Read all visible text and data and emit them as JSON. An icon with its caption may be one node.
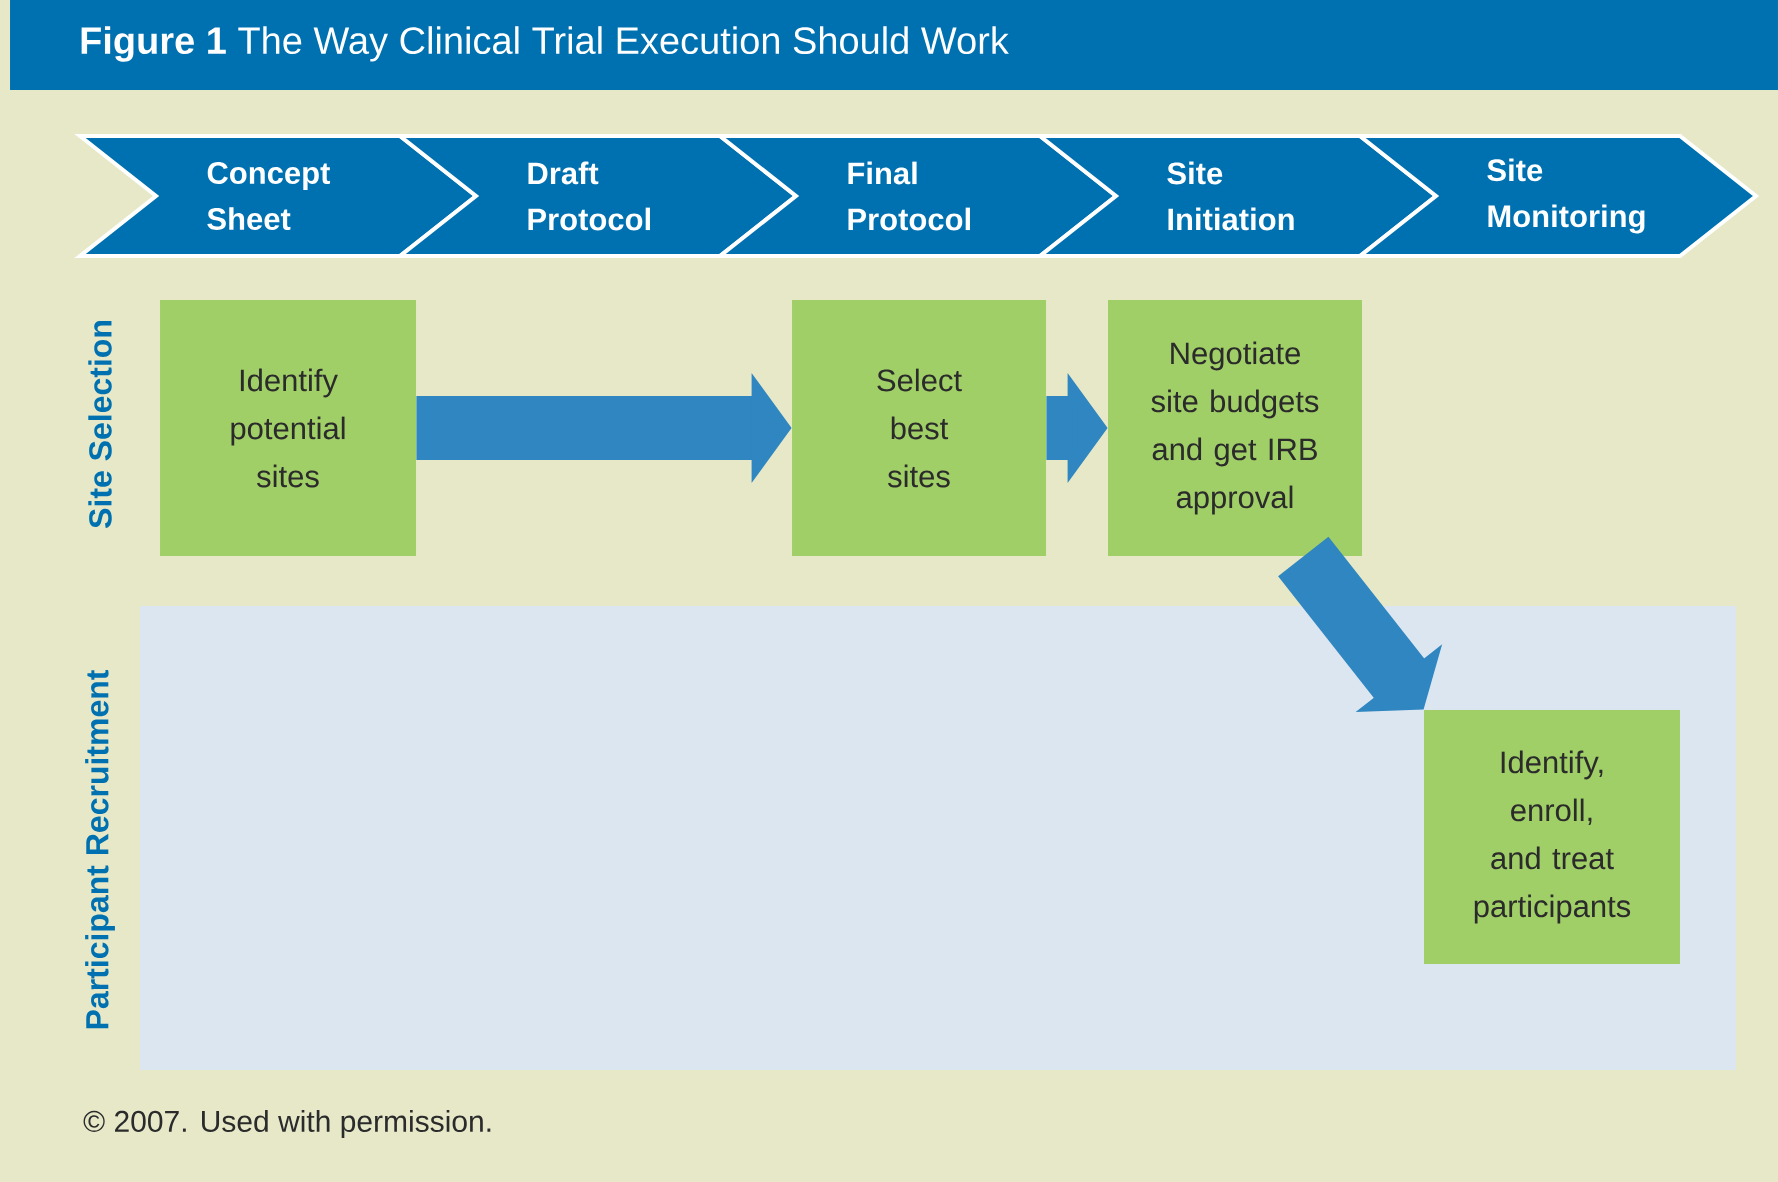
{
  "diagram": {
    "title": "**Figure 1** The Way Clinical Trial Execution Should Work",
    "caption": "© 2007. Used with permission.",
    "nodes": [
      {
        "text": [
          "Concept Sheet"
        ]
      },
      {
        "text": [
          "Draft Protocol"
        ]
      },
      {
        "text": [
          "Final Protocol"
        ]
      },
      {
        "text": [
          "Site Initiation"
        ]
      },
      {
        "text": [
          "Site Monitoring"
        ]
      },
      {
        "text": [
          "Identify potential sites"
        ]
      },
      {
        "text": [
          "Select best sites"
        ]
      },
      {
        "text": [
          "Negotiate site budgets and get IRB approval"
        ]
      },
      {
        "text": [
          "Participant Recruitment"
        ]
      },
      {
        "text": [
          "Identify, enroll, and treat participants"
        ],
        "in": 8
      }
    ],
    "edges": [
      {
        "from": 5,
        "to": 6,
        "arrow": "to"
      },
      {
        "from": 6,
        "to": 7,
        "arrow": "to"
      },
      {
        "from": 7,
        "to": 9,
        "arrow": "to"
      }
    ],
    "labels": [
      "Site Selection"
    ]
  }
}
